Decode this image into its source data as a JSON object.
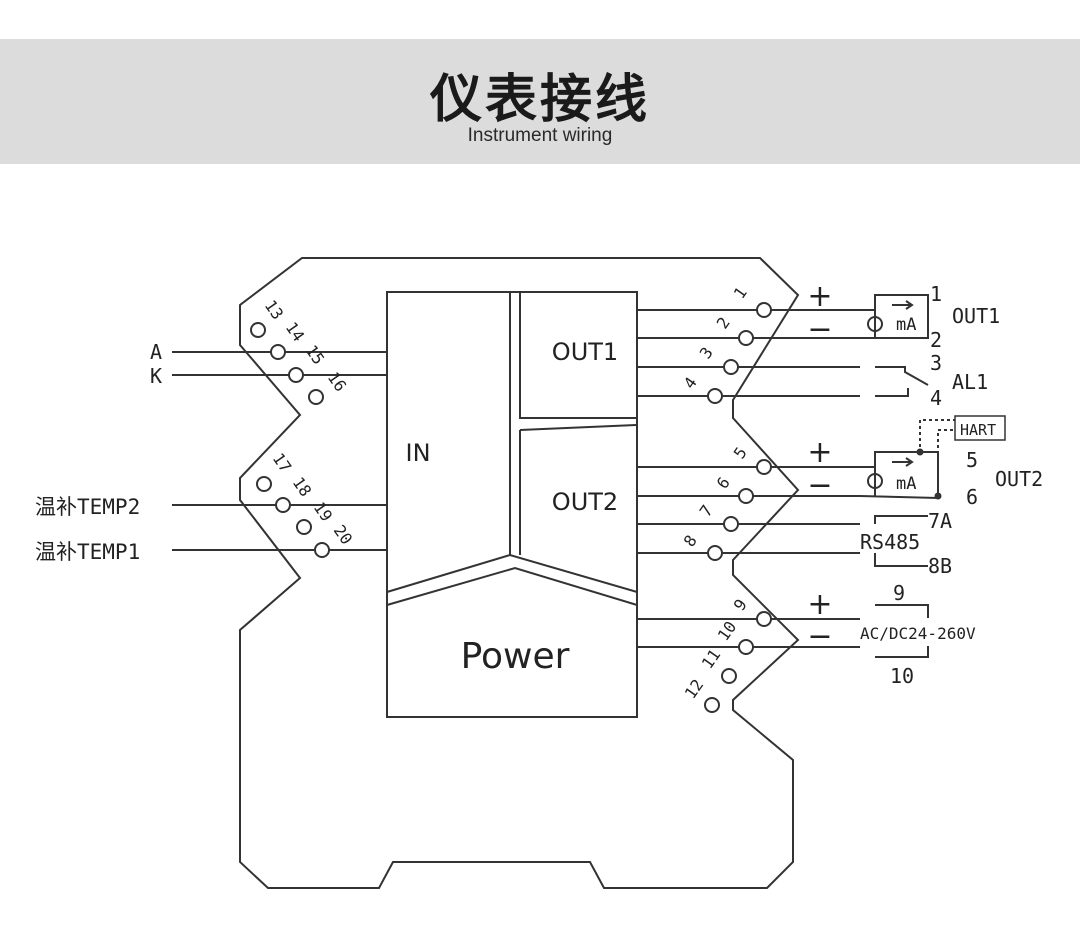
{
  "header": {
    "title": "仪表接线",
    "subtitle": "Instrument wiring"
  },
  "blocks": {
    "in": "IN",
    "out1": "OUT1",
    "out2": "OUT2",
    "power": "Power"
  },
  "left_labels": {
    "a": "A",
    "k": "K",
    "temp2": "温补TEMP2",
    "temp1": "温补TEMP1"
  },
  "terminals": [
    "1",
    "2",
    "3",
    "4",
    "5",
    "6",
    "7",
    "8",
    "9",
    "10",
    "11",
    "12",
    "13",
    "14",
    "15",
    "16",
    "17",
    "18",
    "19",
    "20"
  ],
  "right": {
    "plus": "+",
    "minus": "−",
    "out1_label": "OUT1",
    "ma1": "mA",
    "n1": "1",
    "n2": "2",
    "n3": "3",
    "n4": "4",
    "al1": "AL1",
    "hart": "HART",
    "n5": "5",
    "n6": "6",
    "out2_label": "OUT2",
    "ma2": "mA",
    "n7a": "7A",
    "rs485": "RS485",
    "n8b": "8B",
    "n9": "9",
    "power_label": "AC/DC24-260V",
    "n10": "10"
  }
}
